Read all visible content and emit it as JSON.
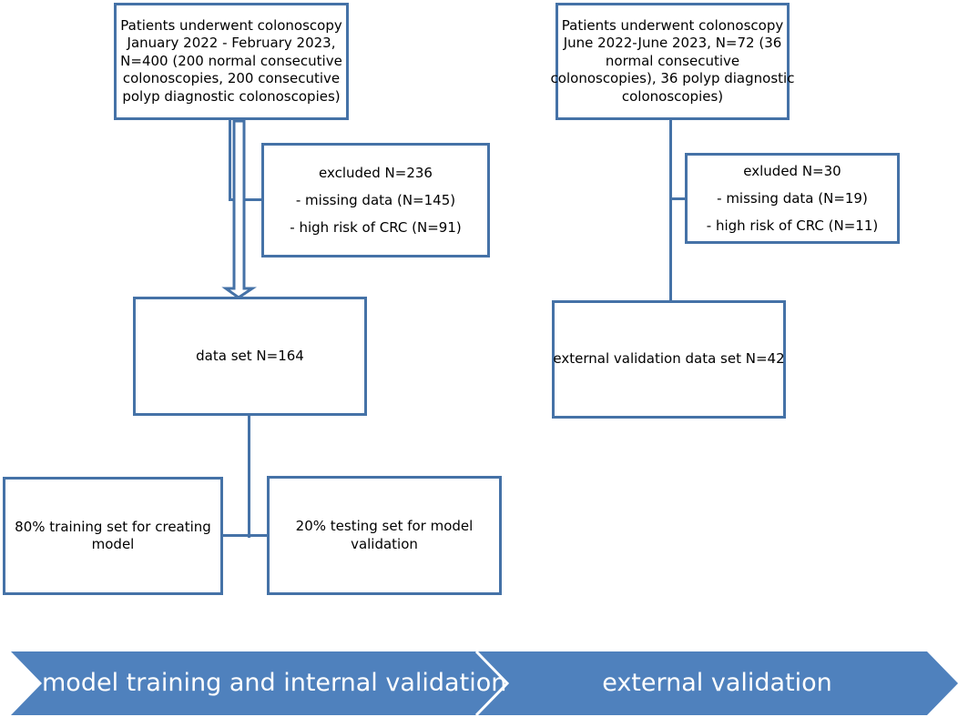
{
  "left_flow": {
    "start_box": [
      "Patients underwent colonoscopy",
      "January 2022 - February 2023,",
      "N=400  (200 normal consecutive",
      "colonoscopies, 200 consecutive",
      "polyp diagnostic colonoscopies)"
    ],
    "excluded_box": [
      "excluded N=236",
      "- missing data (N=145)",
      "- high risk of CRC (N=91)"
    ],
    "dataset_box": "data set N=164",
    "training_box": [
      "80% training set for creating",
      "model"
    ],
    "testing_box": [
      "20% testing set for model",
      "validation"
    ]
  },
  "right_flow": {
    "start_box": [
      "Patients underwent colonoscopy",
      "June 2022-June 2023, N=72 (36",
      "normal consecutive",
      "colonoscopies), 36 polyp diagnostic",
      "colonoscopies)"
    ],
    "excluded_box": [
      "exluded N=30",
      "- missing data  (N=19)",
      "- high risk of CRC (N=11)"
    ],
    "dataset_box": "external validation data set N=42"
  },
  "banner": {
    "left": "model training and internal validation",
    "right": "external validation"
  },
  "colors": {
    "stroke": "#4572a7",
    "banner": "#4f81bd",
    "banner_text": "#ffffff"
  }
}
